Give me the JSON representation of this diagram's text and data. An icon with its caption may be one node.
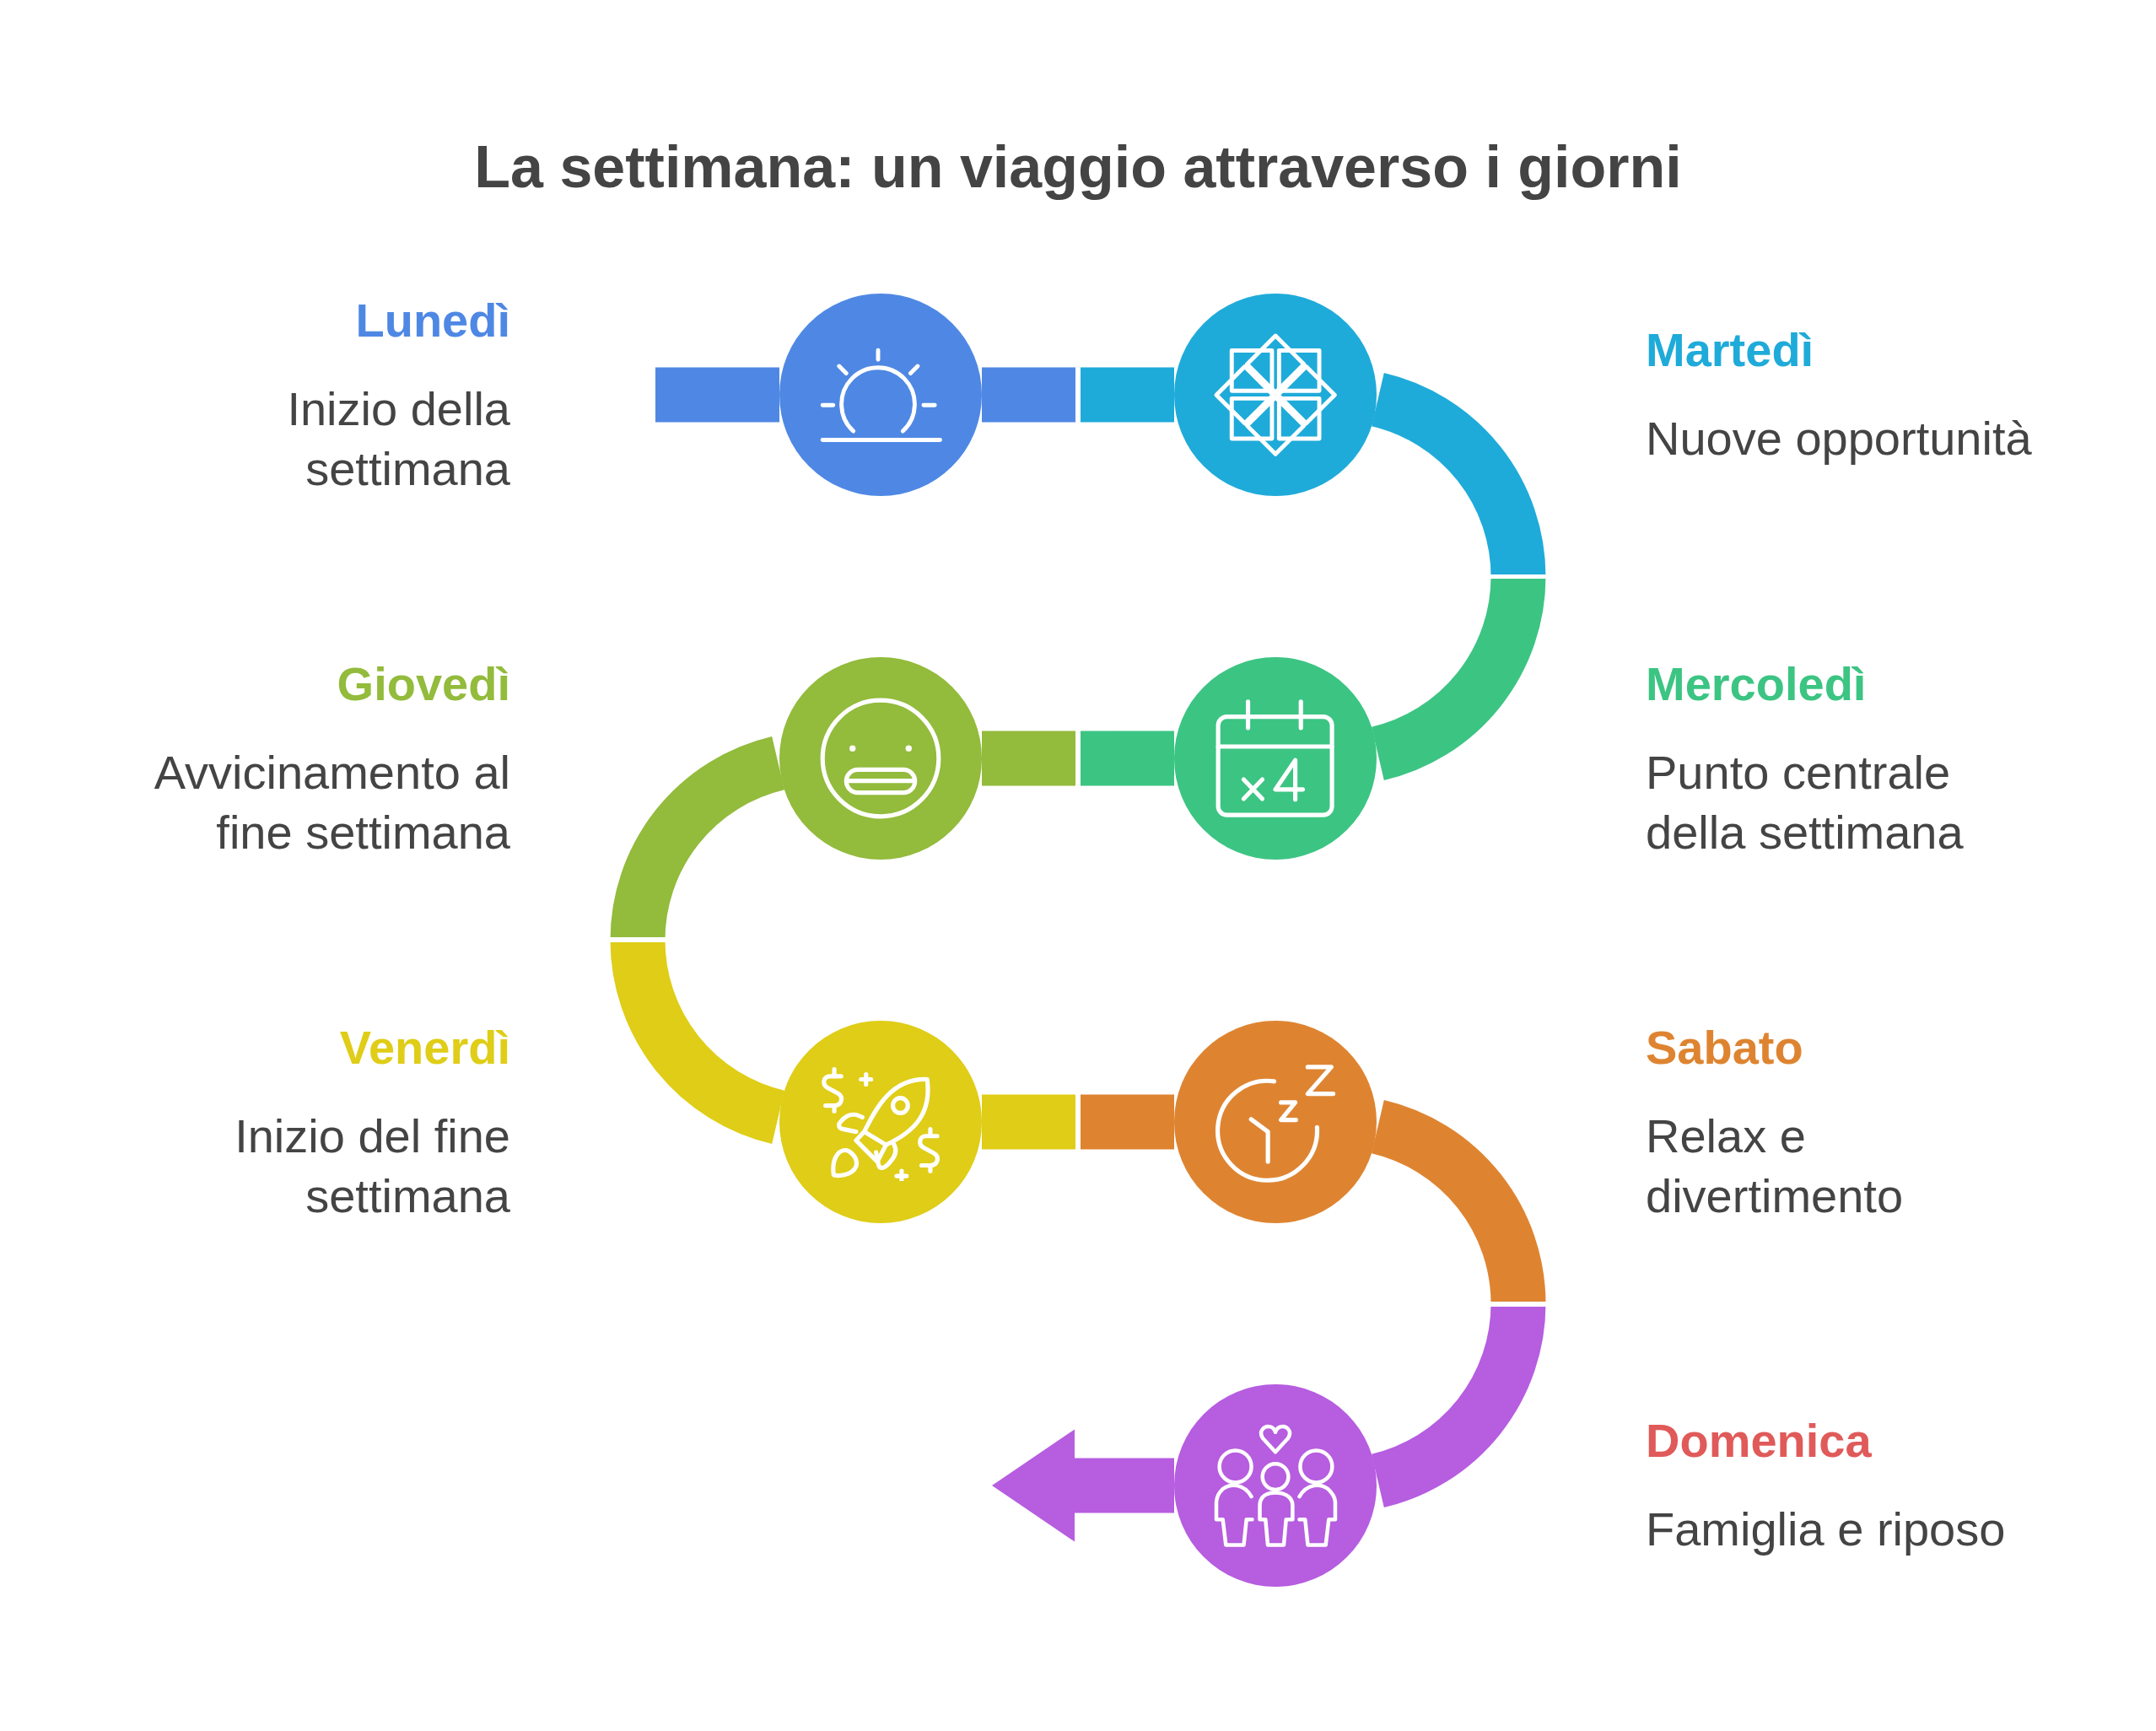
{
  "diagram": {
    "title": "La settimana: un viaggio attraverso i giorni",
    "nodes": [
      {
        "text": [],
        "shape": "circle",
        "beside": [
          "Lunedì",
          "Inizio della settimana"
        ]
      },
      {
        "text": [],
        "shape": "circle",
        "beside": [
          "Martedì",
          "Nuove opportunità"
        ]
      },
      {
        "text": [],
        "shape": "circle",
        "beside": [
          "Mercoledì",
          "Punto centrale della settimana"
        ]
      },
      {
        "text": [],
        "shape": "circle",
        "beside": [
          "Giovedì",
          "Avvicinamento al fine settimana"
        ]
      },
      {
        "text": [],
        "shape": "circle",
        "beside": [
          "Venerdì",
          "Inizio del fine settimana"
        ]
      },
      {
        "text": [],
        "shape": "circle",
        "beside": [
          "Sabato",
          "Relax e divertimento"
        ]
      },
      {
        "text": [],
        "shape": "circle",
        "beside": [
          "Domenica",
          "Famiglia e riposo"
        ]
      }
    ],
    "edges": [
      {
        "from": null,
        "to": 0,
        "arrow": "none"
      },
      {
        "from": 0,
        "to": 1,
        "arrow": "none"
      },
      {
        "from": 1,
        "to": 2,
        "arrow": "none"
      },
      {
        "from": 2,
        "to": 3,
        "arrow": "none"
      },
      {
        "from": 3,
        "to": 4,
        "arrow": "none"
      },
      {
        "from": 4,
        "to": 5,
        "arrow": "none"
      },
      {
        "from": 5,
        "to": 6,
        "arrow": "none"
      },
      {
        "from": 6,
        "to": null,
        "arrow": "to",
        "color": "#b65de0"
      }
    ]
  }
}
